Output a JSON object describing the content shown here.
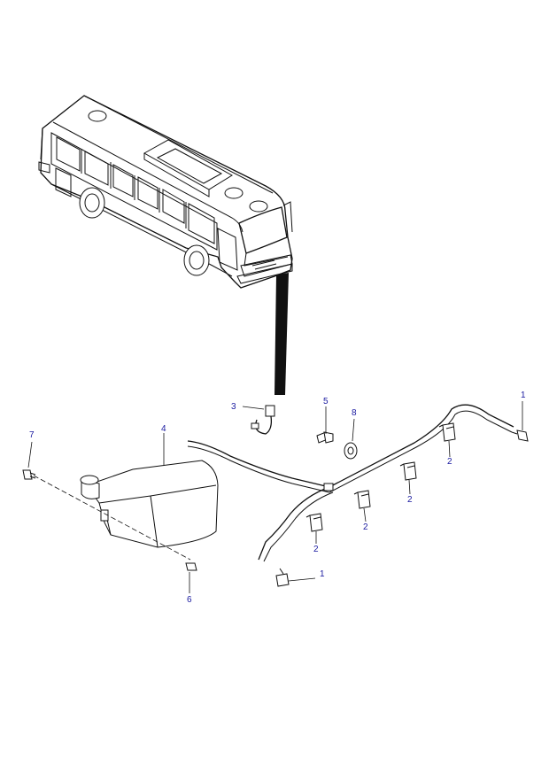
{
  "diagram": {
    "labels": {
      "p1a": "1",
      "p1b": "1",
      "p2a": "2",
      "p2b": "2",
      "p2c": "2",
      "p2d": "2",
      "p3": "3",
      "p4": "4",
      "p5": "5",
      "p6": "6",
      "p7": "7",
      "p8": "8"
    }
  }
}
